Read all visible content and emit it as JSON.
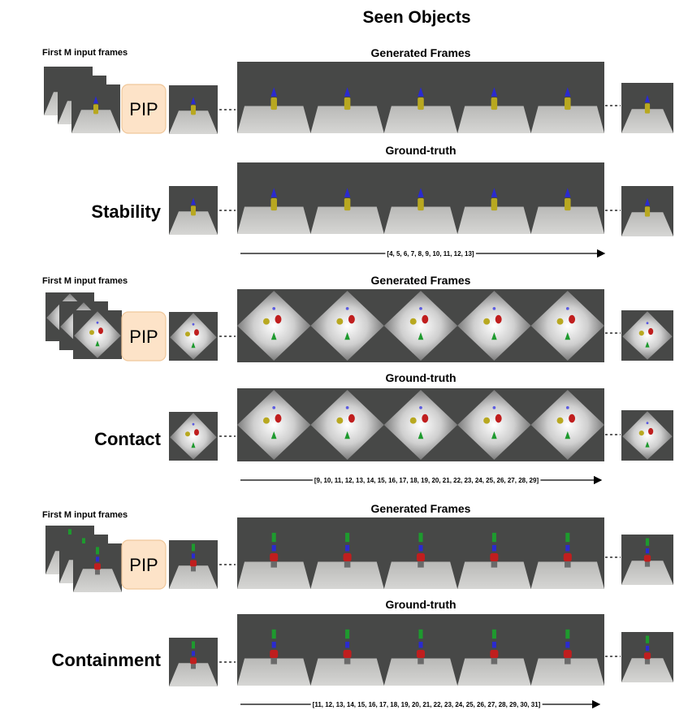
{
  "title": "Seen Objects",
  "labels": {
    "input_frames": "First M input frames",
    "model": "PIP",
    "generated": "Generated Frames",
    "ground_truth": "Ground-truth"
  },
  "sections": [
    {
      "task": "Stability",
      "range": "[4, 5, 6, 7, 8, 9, 10, 11, 12, 13]"
    },
    {
      "task": "Contact",
      "range": "[9, 10, 11, 12, 13, 14, 15, 16, 17, 18, 19, 20, 21, 22, 23, 24, 25, 26, 27, 28, 29]"
    },
    {
      "task": "Containment",
      "range": "[11, 12, 13, 14, 15, 16, 17, 18, 19, 20, 21, 22, 23, 24, 25, 26, 27, 28, 29, 30, 31]"
    }
  ],
  "colors": {
    "scene_bg": "#474847",
    "floor": "#c8c8c6",
    "pip_fill": "#fde3c8",
    "pip_stroke": "#f0c79a",
    "blue_obj": "#2a2ad0",
    "yellow_obj": "#b8a820",
    "red_obj": "#c01e1e",
    "green_obj": "#1e9a2e"
  }
}
